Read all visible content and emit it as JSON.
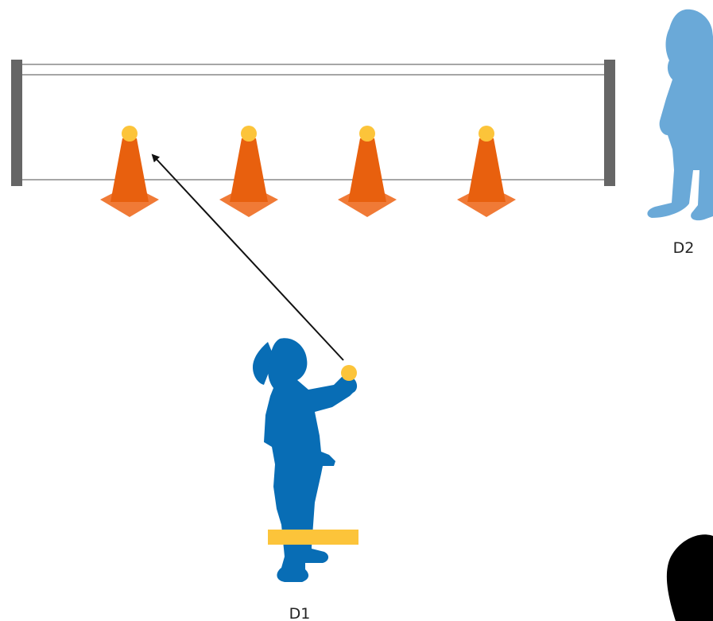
{
  "labels": {
    "d1": "D1",
    "d2": "D2"
  },
  "colors": {
    "post": "#666666",
    "rope": "#888888",
    "cone": "#e8600e",
    "cone_base": "#f07a36",
    "ball": "#fcc43a",
    "child_d1": "#086db5",
    "child_d2": "#6aa9d8",
    "floor_marker": "#fcc43a",
    "arrow": "#111111",
    "corner_shape": "#000000"
  },
  "cones": [
    {
      "name": "cone-1"
    },
    {
      "name": "cone-2"
    },
    {
      "name": "cone-3"
    },
    {
      "name": "cone-4"
    }
  ]
}
